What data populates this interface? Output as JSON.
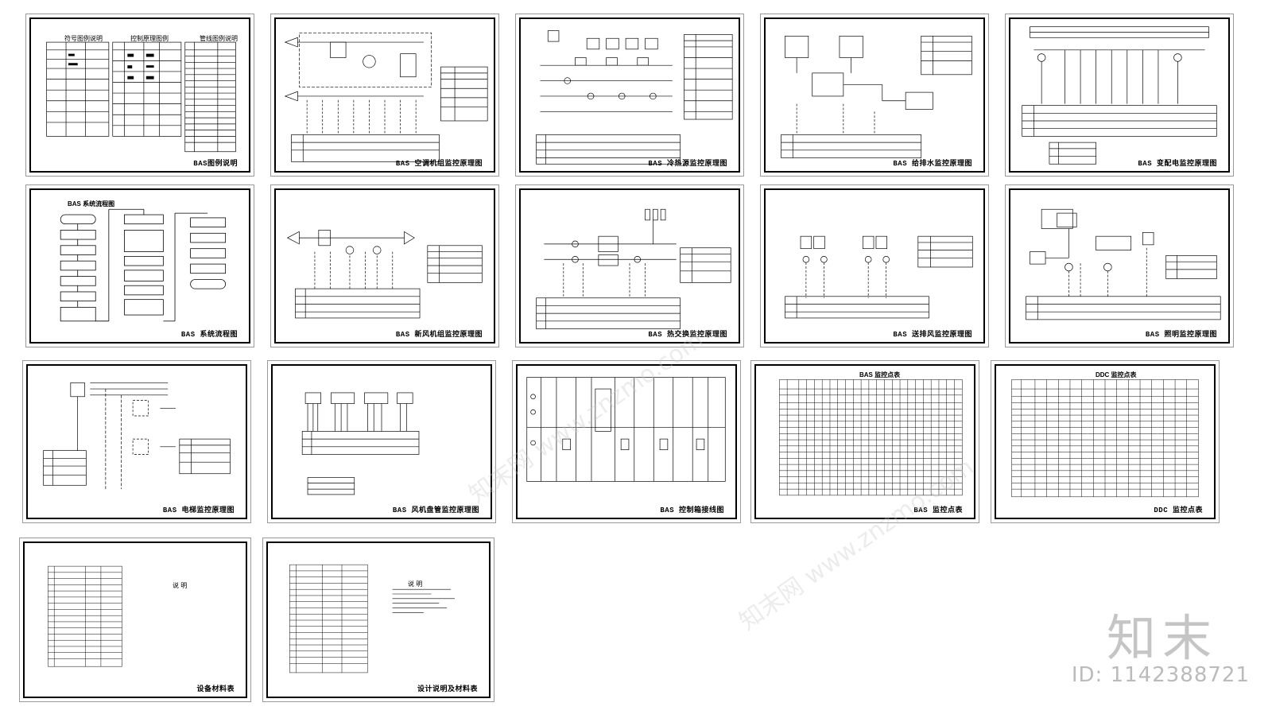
{
  "sheets": [
    {
      "id": "s1",
      "caption": "BAS图例说明"
    },
    {
      "id": "s2",
      "caption": "BAS 空调机组监控原理图"
    },
    {
      "id": "s3",
      "caption": "BAS 冷热源监控原理图"
    },
    {
      "id": "s4",
      "caption": "BAS 给排水监控原理图"
    },
    {
      "id": "s5",
      "caption": "BAS 变配电监控原理图"
    },
    {
      "id": "s6",
      "caption": "BAS 系统流程图"
    },
    {
      "id": "s7",
      "caption": "BAS 新风机组监控原理图"
    },
    {
      "id": "s8",
      "caption": "BAS 热交换监控原理图"
    },
    {
      "id": "s9",
      "caption": "BAS 送排风监控原理图"
    },
    {
      "id": "s10",
      "caption": "BAS 照明监控原理图"
    },
    {
      "id": "s11",
      "caption": "BAS 电梯监控原理图"
    },
    {
      "id": "s12",
      "caption": "BAS 风机盘管监控原理图"
    },
    {
      "id": "s13",
      "caption": "BAS 控制箱接线图"
    },
    {
      "id": "s14",
      "caption": "BAS 监控点表"
    },
    {
      "id": "s15",
      "caption": "DDC 监控点表"
    },
    {
      "id": "s16",
      "caption": "设备材料表"
    },
    {
      "id": "s17",
      "caption": "设计说明及材料表"
    }
  ],
  "sheet_titles": {
    "s1_legend_a": "符号图例说明",
    "s1_legend_b": "控制原理图例",
    "s1_legend_c": "管线图例说明",
    "s6_title": "BAS 系统流程图",
    "s14_title": "BAS 监控点表",
    "s15_title": "DDC 监控点表",
    "s16_note_title": "说 明",
    "s17_note_title": "说 明"
  },
  "watermark": {
    "logo": "知末",
    "id_label": "ID: 1142388721",
    "diagonal": "知末网 www.znzmo.com"
  }
}
